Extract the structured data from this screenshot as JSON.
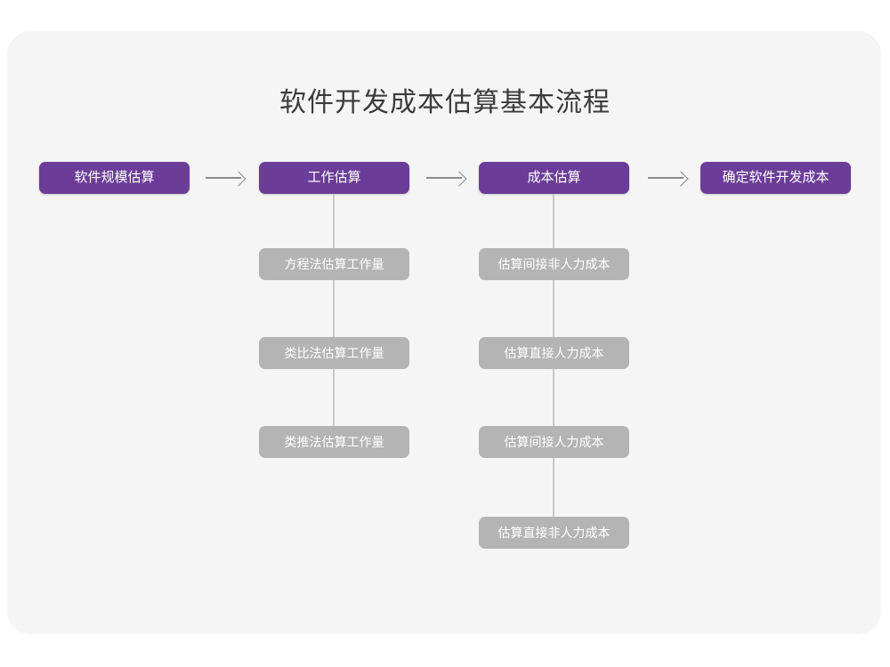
{
  "diagram": {
    "title": "软件开发成本估算基本流程",
    "colors": {
      "page_background": "#ffffff",
      "card_background": "#f5f5f5",
      "primary_node": "#6b3d98",
      "secondary_node": "#b4b4b4",
      "title_text": "#3b3b3b",
      "node_text": "#ffffff",
      "arrow": "#8a8a8a",
      "connector": "#c9c9c9"
    },
    "main_flow": [
      {
        "id": "step-1",
        "label": "软件规模估算"
      },
      {
        "id": "step-2",
        "label": "工作估算"
      },
      {
        "id": "step-3",
        "label": "成本估算"
      },
      {
        "id": "step-4",
        "label": "确定软件开发成本"
      }
    ],
    "arrows": [
      {
        "id": "arrow-1",
        "glyph": "→",
        "from": "软件规模估算",
        "to": "工作估算"
      },
      {
        "id": "arrow-2",
        "glyph": "→",
        "from": "工作估算",
        "to": "成本估算"
      },
      {
        "id": "arrow-3",
        "glyph": "→",
        "from": "成本估算",
        "to": "确定软件开发成本"
      }
    ],
    "branches": [
      {
        "id": "branch-work-estimation",
        "parent": "工作估算",
        "items": [
          {
            "id": "work-1",
            "label": "方程法估算工作量"
          },
          {
            "id": "work-2",
            "label": "类比法估算工作量"
          },
          {
            "id": "work-3",
            "label": "类推法估算工作量"
          }
        ]
      },
      {
        "id": "branch-cost-estimation",
        "parent": "成本估算",
        "items": [
          {
            "id": "cost-1",
            "label": "估算间接非人力成本"
          },
          {
            "id": "cost-2",
            "label": "估算直接人力成本"
          },
          {
            "id": "cost-3",
            "label": "估算间接人力成本"
          },
          {
            "id": "cost-4",
            "label": "估算直接非人力成本"
          }
        ]
      }
    ]
  }
}
